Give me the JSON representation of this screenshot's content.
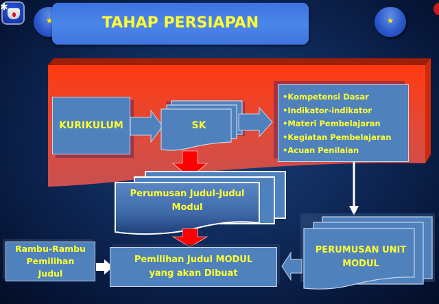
{
  "header": {
    "title": "TAHAP PERSIAPAN",
    "left_ornament": "star-icon",
    "right_ornament": "star-icon",
    "logo": "ministry-emblem"
  },
  "nodes": {
    "kurikulum": "KURIKULUM",
    "sk": "SK",
    "components": [
      "•Kompetensi Dasar",
      "•Indikator-indikator",
      "•Materi Pembelajaran",
      "•Kegiatan Pembelajaran",
      "•Acuan Penilaian"
    ],
    "perumusan_judul": [
      "Perumusan Judul-Judul",
      "Modul"
    ],
    "perumusan_unit": [
      "PERUMUSAN UNIT",
      "MODUL"
    ],
    "rambu": [
      "Rambu-Rambu",
      "Pemilihan",
      "Judul"
    ],
    "pemilihan": [
      "Pemilihan Judul MODUL",
      "yang akan Dibuat"
    ]
  },
  "colors": {
    "background": "#0f2a5a",
    "banner": "#4b86ea",
    "box": "#4f81bd",
    "text": "#ffff33",
    "panel": "#f03a1a",
    "arrow_red": "#ff0000"
  }
}
